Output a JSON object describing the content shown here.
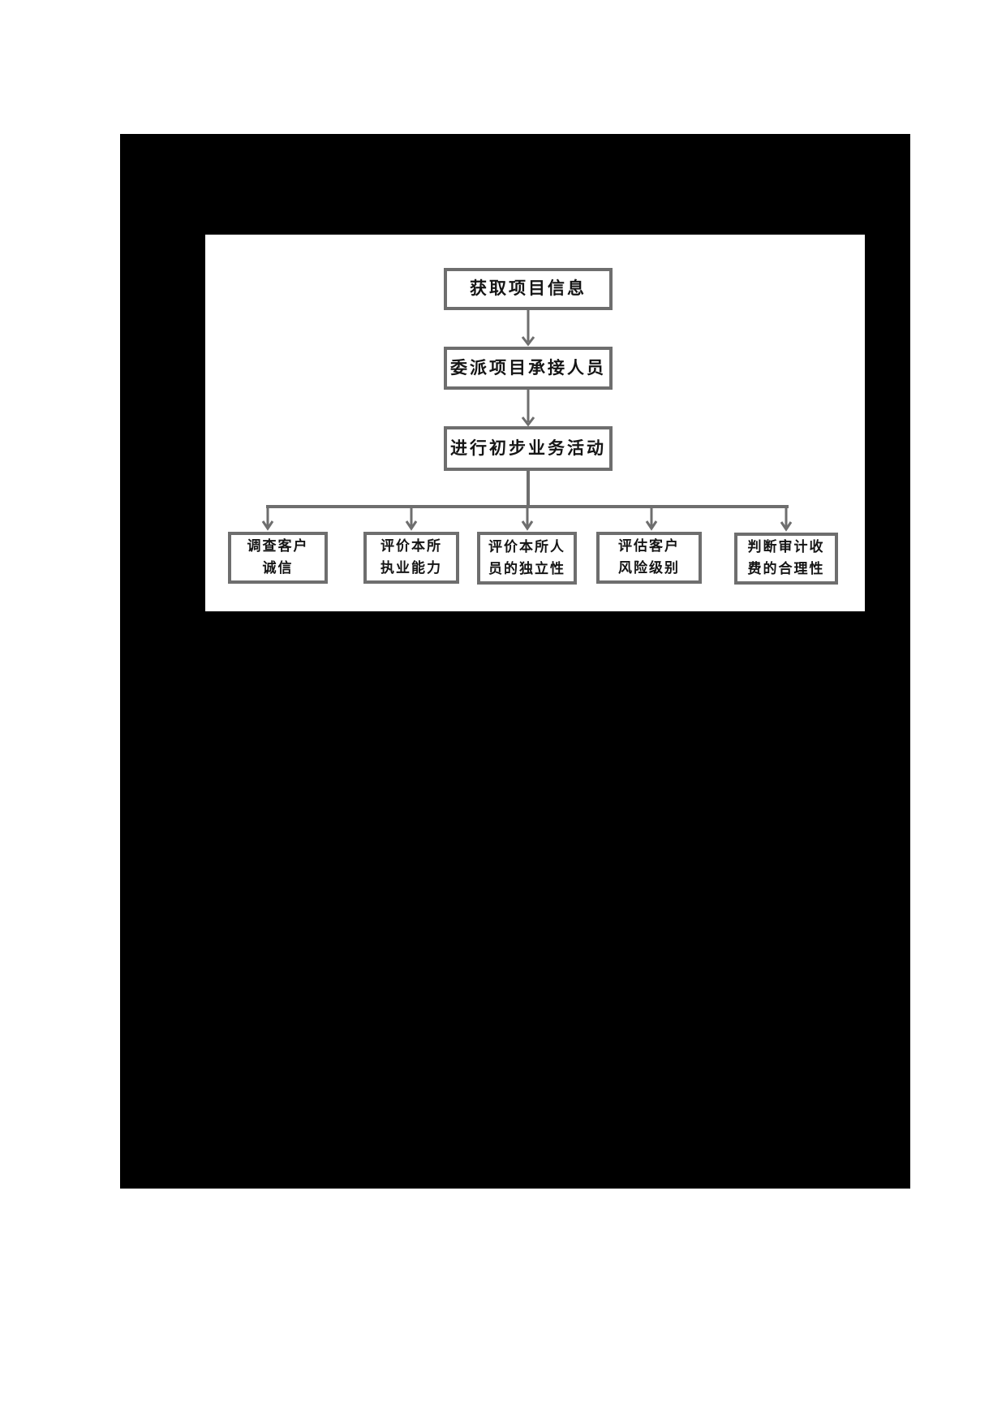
{
  "document": {
    "page_background": "#ffffff",
    "canvas_background": "#000000",
    "panel_background": "#ffffff"
  },
  "flowchart": {
    "colors": {
      "box_border": "#6e6e6e",
      "connector": "#6e6e6e",
      "text": "#151515"
    },
    "top_nodes": [
      {
        "id": "node-get-project-info",
        "label": "获取项目信息"
      },
      {
        "id": "node-assign-personnel",
        "label": "委派项目承接人员"
      },
      {
        "id": "node-preliminary-activities",
        "label": "进行初步业务活动"
      }
    ],
    "bottom_nodes": [
      {
        "id": "node-investigate-client-integrity",
        "line1": "调查客户",
        "line2": "诚信"
      },
      {
        "id": "node-evaluate-firm-competence",
        "line1": "评价本所",
        "line2": "执业能力"
      },
      {
        "id": "node-evaluate-independence",
        "line1": "评价本所人",
        "line2": "员的独立性"
      },
      {
        "id": "node-assess-client-risk",
        "line1": "评估客户",
        "line2": "风险级别"
      },
      {
        "id": "node-judge-audit-fee",
        "line1": "判断审计收",
        "line2": "费的合理性"
      }
    ]
  }
}
